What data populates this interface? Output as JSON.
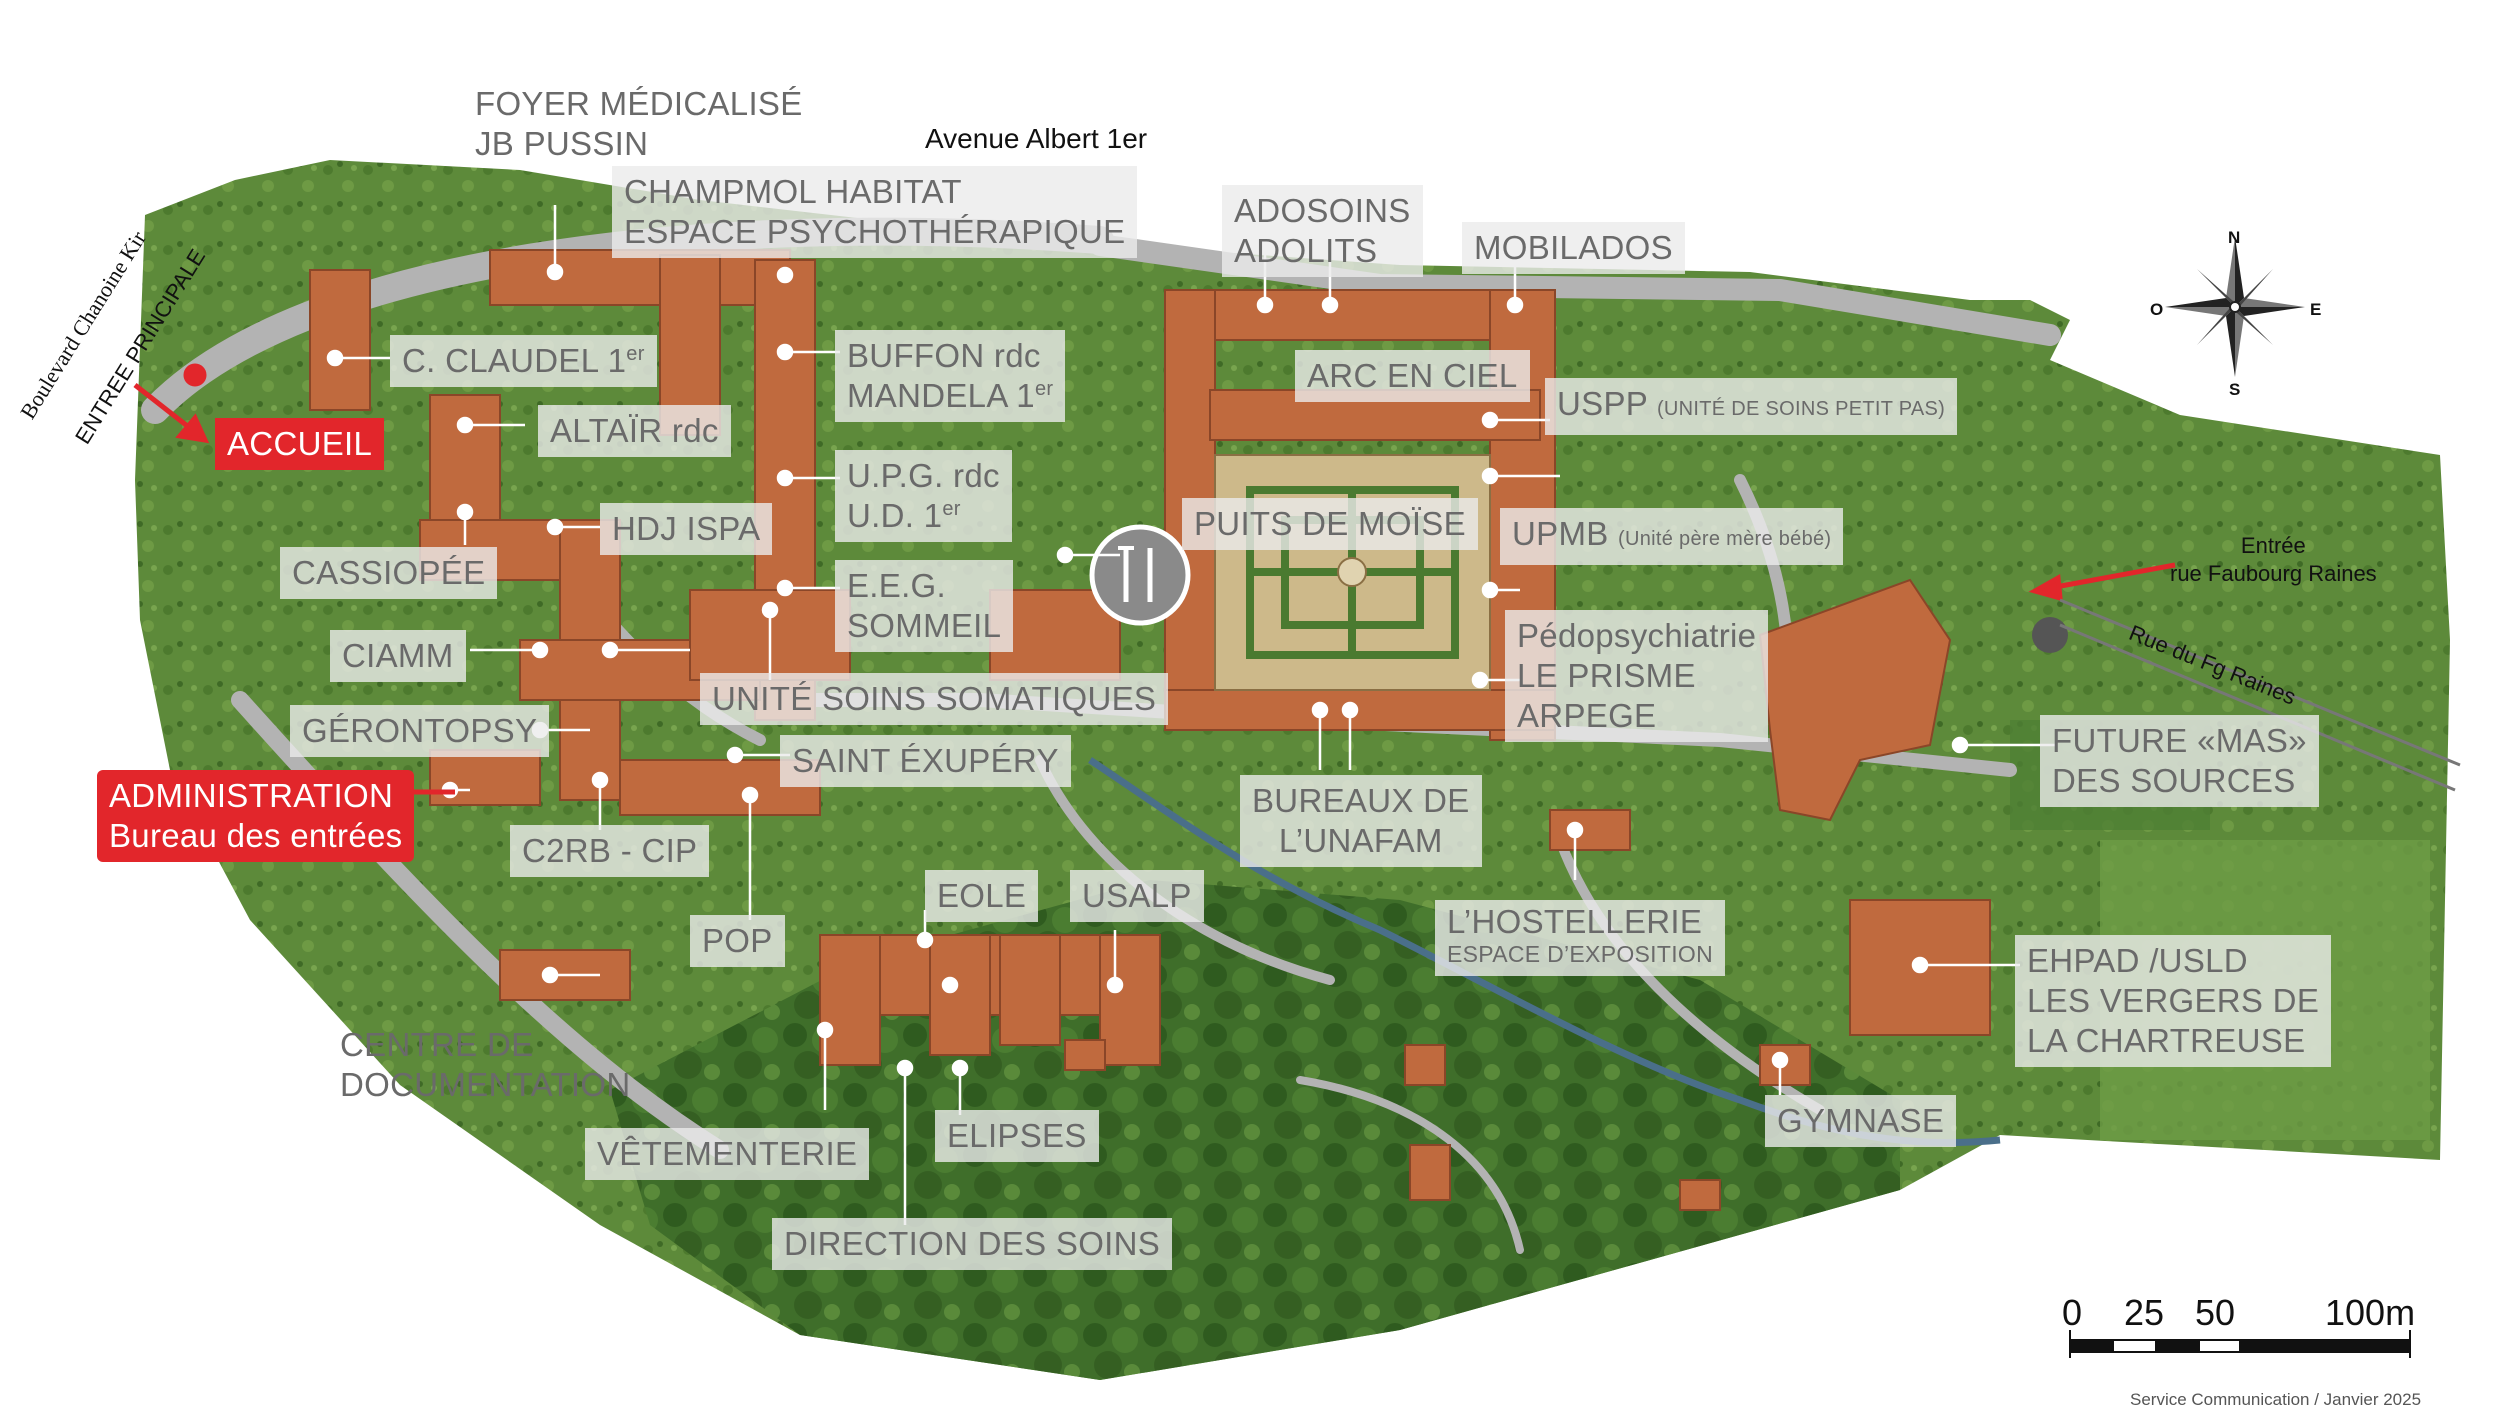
{
  "streets": {
    "avenue": "Avenue Albert 1er",
    "boulevard": "Boulevard Chanoine Kir",
    "entree_principale": "ENTREE PRINCIPALE",
    "rue_fg": "Rue du Fg Raines"
  },
  "entrance_east": {
    "line1": "Entrée",
    "line2": "rue Faubourg Raines"
  },
  "labels": {
    "foyer": {
      "line1": "FOYER MÉDICALISÉ",
      "line2": "JB PUSSIN"
    },
    "champmol": {
      "line1": "CHAMPMOL HABITAT",
      "line2": "ESPACE PSYCHOTHÉRAPIQUE"
    },
    "adosoins": {
      "line1": "ADOSOINS",
      "line2": "ADOLITS"
    },
    "mobilados": "MOBILADOS",
    "claudel": {
      "text": "C. CLAUDEL 1",
      "sup": "er"
    },
    "buffon": {
      "line1": "BUFFON rdc",
      "line2": "MANDELA 1",
      "sup": "er"
    },
    "arc": "ARC EN CIEL",
    "uspp": {
      "text": "USPP",
      "small": "(UNITÉ DE SOINS PETIT PAS)"
    },
    "accueil": "ACCUEIL",
    "altair": "ALTAÏR rdc",
    "upg": {
      "line1": "U.P.G. rdc",
      "line2": "U.D. 1",
      "sup": "er"
    },
    "hdj": "HDJ ISPA",
    "puits": "PUITS DE MOÏSE",
    "upmb": {
      "text": "UPMB",
      "small": "(Unité père mère bébé)"
    },
    "cassiopee": "CASSIOPÉE",
    "eeg": {
      "line1": "E.E.G.",
      "line2": "SOMMEIL"
    },
    "ciamm": "CIAMM",
    "pedo": {
      "line1": "Pédopsychiatrie",
      "line2": "LE PRISME",
      "line3": "ARPEGE"
    },
    "unite": "UNITÉ SOINS SOMATIQUES",
    "geronto": "GÉRONTOPSY",
    "saint": "SAINT ÉXUPÉRY",
    "future": {
      "line1": "FUTURE «MAS»",
      "line2": "DES SOURCES"
    },
    "admin": {
      "line1": "ADMINISTRATION",
      "line2": "Bureau des entrées"
    },
    "bureaux": {
      "line1": "BUREAUX DE",
      "line2": "L’UNAFAM"
    },
    "c2rb": "C2RB - CIP",
    "eole": "EOLE",
    "usalp": "USALP",
    "hostellerie": {
      "line1": "L’HOSTELLERIE",
      "line2": "ESPACE D’EXPOSITION"
    },
    "pop": "POP",
    "ehpad": {
      "line1": "EHPAD /USLD",
      "line2": "LES VERGERS DE",
      "line3": "LA CHARTREUSE"
    },
    "centre": {
      "line1": "CENTRE DE",
      "line2": "DOCUMENTATION"
    },
    "gymnase": "GYMNASE",
    "vetementerie": "VÊTEMENTERIE",
    "elipses": "ELIPSES",
    "direction": "DIRECTION DES SOINS"
  },
  "compass": {
    "n": "N",
    "s": "S",
    "e": "E",
    "o": "O"
  },
  "scale": {
    "t0": "0",
    "t25": "25",
    "t50": "50",
    "t100": "100m"
  },
  "credit": "Service Communication / Janvier 2025",
  "colors": {
    "grass": "#5d8a3a",
    "roof": "#c06a3e",
    "path": "#a9a9a9",
    "accent_red": "#e2262b",
    "label_bg": "#ebebeb",
    "label_text": "#6a6a6a"
  }
}
